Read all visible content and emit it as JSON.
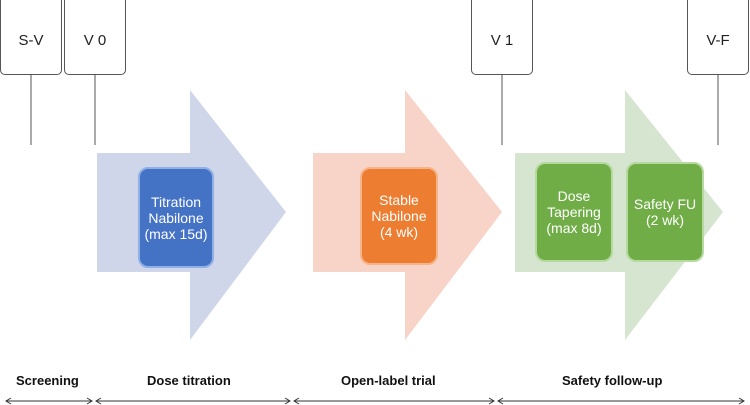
{
  "visits": [
    {
      "id": "sv",
      "label": "S-V"
    },
    {
      "id": "v0",
      "label": "V 0"
    },
    {
      "id": "v1",
      "label": "V 1"
    },
    {
      "id": "vf",
      "label": "V-F"
    }
  ],
  "boxes": [
    {
      "id": "titration",
      "label": "Titration Nabilone (max 15d)",
      "color": "#4472c4",
      "border": "#8fb0e6"
    },
    {
      "id": "stable",
      "label": "Stable Nabilone (4 wk)",
      "color": "#ed7d31",
      "border": "#f6b48a"
    },
    {
      "id": "tapering",
      "label": "Dose Tapering (max 8d)",
      "color": "#70ad47",
      "border": "#b6d9a0"
    },
    {
      "id": "safety",
      "label": "Safety FU (2 wk)",
      "color": "#70ad47",
      "border": "#b6d9a0"
    }
  ],
  "arrows": [
    {
      "id": "titration",
      "color": "#d0d6ea"
    },
    {
      "id": "trial",
      "color": "#f8d3c7"
    },
    {
      "id": "followup",
      "color": "#d5e5d0"
    }
  ],
  "phases": [
    {
      "id": "screening",
      "label": "Screening"
    },
    {
      "id": "dose-titration",
      "label": "Dose titration"
    },
    {
      "id": "open-label",
      "label": "Open-label trial"
    },
    {
      "id": "safety-followup",
      "label": "Safety follow-up"
    }
  ]
}
